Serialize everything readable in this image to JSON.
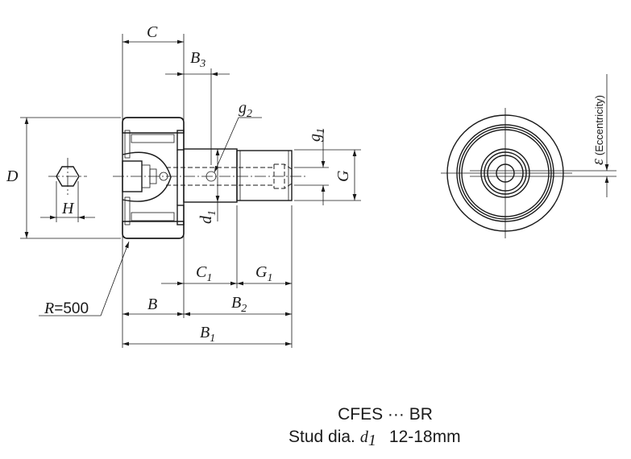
{
  "labels": {
    "C": "C",
    "B3": "B",
    "B3_sub": "3",
    "D": "D",
    "H": "H",
    "g2": "g",
    "g2_sub": "2",
    "g1": "g",
    "g1_sub": "1",
    "G": "G",
    "d1": "d",
    "d1_sub": "1",
    "C1": "C",
    "C1_sub": "1",
    "G1": "G",
    "G1_sub": "1",
    "B": "B",
    "B2": "B",
    "B2_sub": "2",
    "B1": "B",
    "B1_sub": "1",
    "R": "R",
    "R_value": "=500",
    "epsilon": "ε",
    "eccentricity": "(Eccentricity)"
  },
  "caption": {
    "model": "CFES ··· BR",
    "stud_label": "Stud dia.",
    "stud_symbol": "d",
    "stud_symbol_sub": "1",
    "stud_range": "12-18mm"
  }
}
